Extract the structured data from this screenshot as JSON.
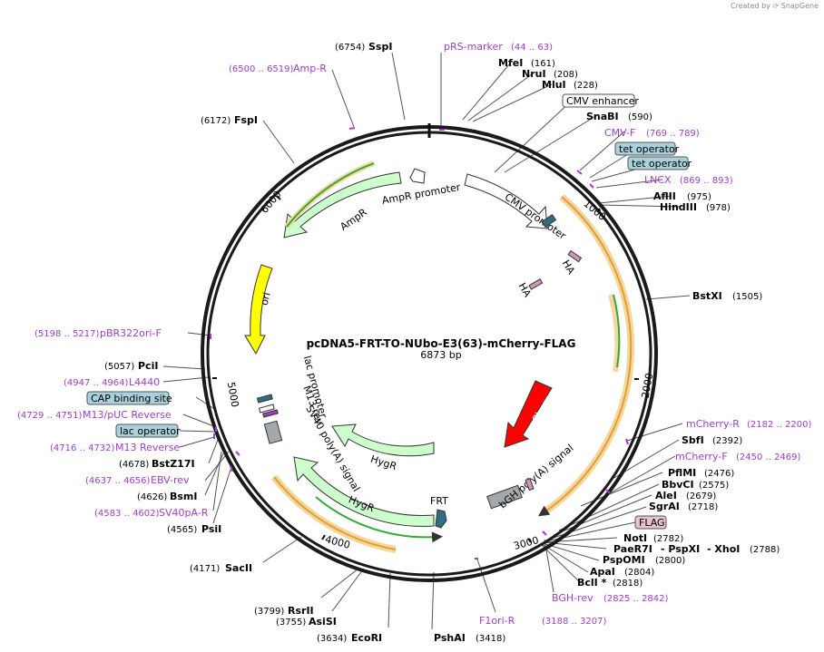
{
  "credit": {
    "created_by": "Created by",
    "brand": "SnapGene"
  },
  "plasmid": {
    "name": "pcDNA5-FRT-TO-NUbo-E3(63)-mCherry-FLAG",
    "length_label": "6873 bp"
  },
  "ticks": [
    "1000",
    "2000",
    "3000",
    "4000",
    "5000",
    "6000"
  ],
  "sites": {
    "sspi": {
      "name": "SspI",
      "pos": "(6754)"
    },
    "mfei": {
      "name": "MfeI",
      "pos": "(161)"
    },
    "nrui": {
      "name": "NruI",
      "pos": "(208)"
    },
    "mlui": {
      "name": "MluI",
      "pos": "(228)"
    },
    "snabi": {
      "name": "SnaBI",
      "pos": "(590)"
    },
    "aflii": {
      "name": "AflII",
      "pos": "(975)"
    },
    "hindiii": {
      "name": "HindIII",
      "pos": "(978)"
    },
    "bstxi": {
      "name": "BstXI",
      "pos": "(1505)"
    },
    "sbfi": {
      "name": "SbfI",
      "pos": "(2392)"
    },
    "pflmi": {
      "name": "PflMI",
      "pos": "(2476)"
    },
    "bbvci": {
      "name": "BbvCI",
      "pos": "(2575)"
    },
    "alei": {
      "name": "AleI",
      "pos": "(2679)"
    },
    "sgrai": {
      "name": "SgrAI",
      "pos": "(2718)"
    },
    "noti": {
      "name": "NotI",
      "pos": "(2782)"
    },
    "paer7i": {
      "name": "PaeR7I",
      "sep1": "- PspXI",
      "sep2": "- XhoI",
      "pos": "(2788)"
    },
    "pspomi": {
      "name": "PspOMI",
      "pos": "(2800)"
    },
    "apai": {
      "name": "ApaI",
      "pos": "(2804)"
    },
    "bcli": {
      "name": "BclI *",
      "pos": "(2818)"
    },
    "pshai": {
      "name": "PshAI",
      "pos": "(3418)"
    },
    "ecori": {
      "name": "EcoRI",
      "pos": "(3634)"
    },
    "asisi": {
      "name": "AsiSI",
      "pos": "(3755)"
    },
    "rsrii": {
      "name": "RsrII",
      "pos": "(3799)"
    },
    "sacii": {
      "name": "SacII",
      "pos": "(4171)"
    },
    "psii": {
      "name": "PsiI",
      "pos": "(4565)"
    },
    "bsmi": {
      "name": "BsmI",
      "pos": "(4626)"
    },
    "bstz17i": {
      "name": "BstZ17I",
      "pos": "(4678)"
    },
    "pcii": {
      "name": "PciI",
      "pos": "(5057)"
    },
    "fspi": {
      "name": "FspI",
      "pos": "(6172)"
    }
  },
  "primers": {
    "prs_marker": {
      "name": "pRS-marker",
      "range": "(44 .. 63)"
    },
    "amp_r": {
      "name": "Amp-R",
      "range": "(6500 .. 6519)"
    },
    "cmv_f": {
      "name": "CMV-F",
      "range": "(769 .. 789)"
    },
    "lncx": {
      "name": "LNCX",
      "range": "(869 .. 893)"
    },
    "mcherry_r": {
      "name": "mCherry-R",
      "range": "(2182 .. 2200)"
    },
    "mcherry_f": {
      "name": "mCherry-F",
      "range": "(2450 .. 2469)"
    },
    "bgh_rev": {
      "name": "BGH-rev",
      "range": "(2825 .. 2842)"
    },
    "f1ori_r": {
      "name": "F1ori-R",
      "range": "(3188 .. 3207)"
    },
    "pbr322ori_f": {
      "name": "pBR322ori-F",
      "range": "(5198 .. 5217)"
    },
    "l4440": {
      "name": "L4440",
      "range": "(4947 .. 4964)"
    },
    "m13_puc_reverse": {
      "name": "M13/pUC Reverse",
      "range": "(4729 .. 4751)"
    },
    "m13_reverse": {
      "name": "M13 Reverse",
      "range": "(4716 .. 4732)"
    },
    "ebv_rev": {
      "name": "EBV-rev",
      "range": "(4637 .. 4656)"
    },
    "sv40pa_r": {
      "name": "SV40pA-R",
      "range": "(4583 .. 4602)"
    }
  },
  "boxes": {
    "cmv_enhancer": "CMV enhancer",
    "tet_operator_1": "tet operator",
    "tet_operator_2": "tet operator",
    "flag": "FLAG",
    "cap_binding_site": "CAP binding site",
    "lac_operator": "lac operator"
  },
  "features": {
    "cmv_promoter": "CMV promoter",
    "ha_1": "HA",
    "ha_2": "HA",
    "mcherry": "mCherry",
    "bgh_polya": "bGH poly(A) signal",
    "frt": "FRT",
    "hygr_1": "HygR",
    "hygr_2": "HygR",
    "sv40_polya": "SV40 poly(A) signal",
    "m13_rev": "M13 rev",
    "lac_promoter": "lac promoter",
    "ori": "ori",
    "ampr": "AmpR",
    "ampr_promoter": "AmpR promoter"
  },
  "colors": {
    "backbone": "#1a1a1a",
    "primer": "#9e3ec7",
    "ampr_fill": "#ccffcc",
    "ori_fill": "#ffff00",
    "mcherry_fill": "#ff0000",
    "orf_highlight": "#f5d6a0",
    "orf_arrow": "#e0a030",
    "orf_green": "#33aa33",
    "box_teal": "#a9d1dc",
    "box_pink": "#e6c3cf",
    "site_teal": "#2e6e80",
    "polya_gray": "#a3a8ad",
    "ha_pink": "#d098b8"
  }
}
